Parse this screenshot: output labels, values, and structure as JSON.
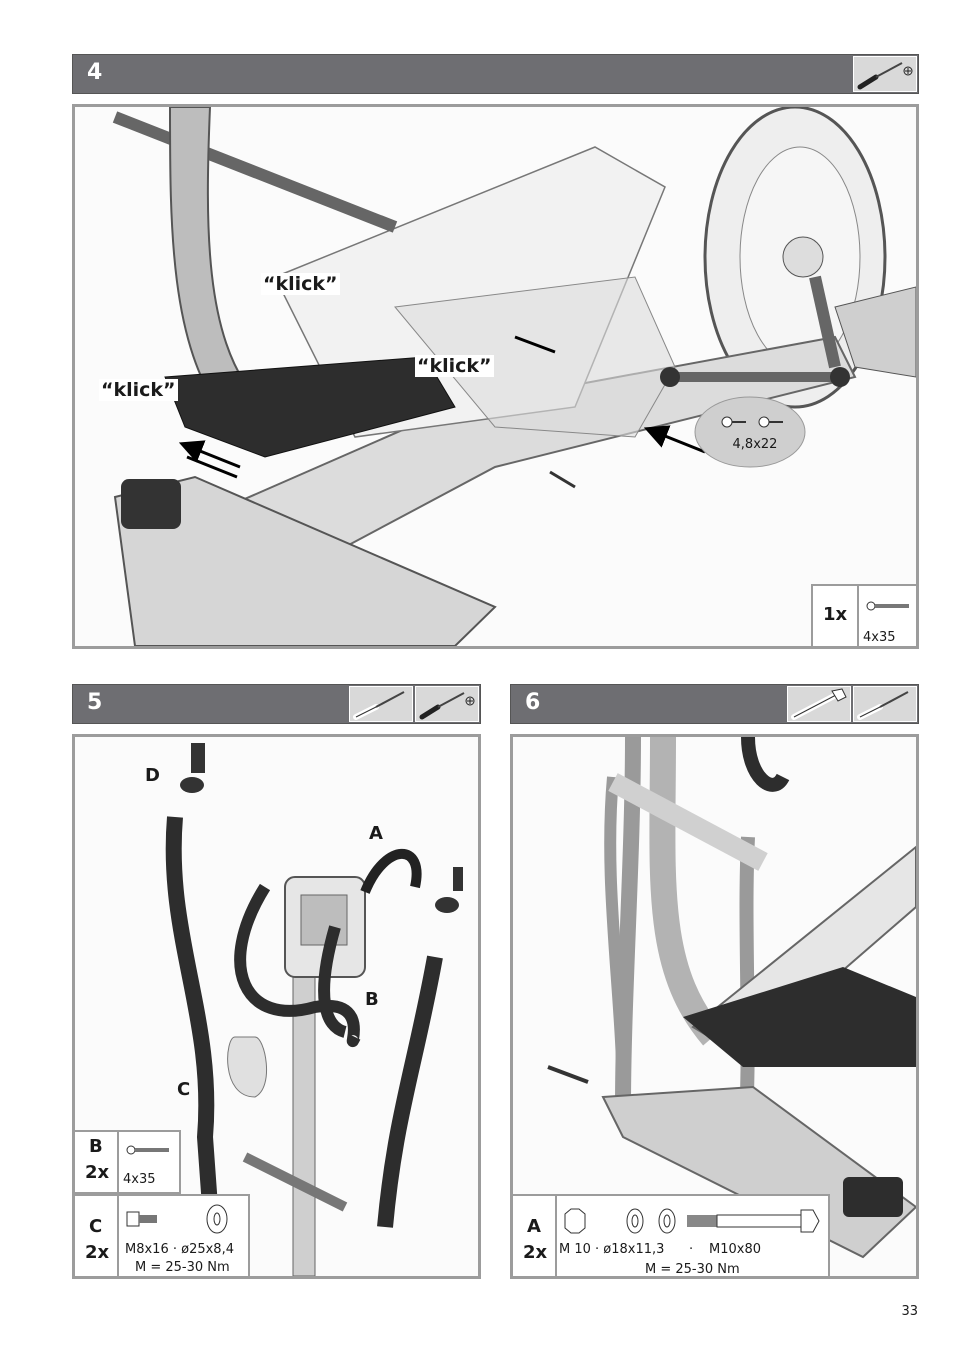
{
  "steps": [
    {
      "number": "4",
      "tools": [
        "screwdriver-phillips-icon"
      ],
      "callouts": [
        "“klick”",
        "“klick”",
        "“klick”"
      ],
      "bubble_label": "4,8x22",
      "legend": {
        "qty": "1x",
        "part_label": "4x35",
        "part_icon": "screw-icon"
      }
    },
    {
      "number": "5",
      "tools": [
        "screwdriver-hex-icon",
        "screwdriver-phillips-icon"
      ],
      "letters": [
        "D",
        "A",
        "B",
        "C"
      ],
      "legend_b": {
        "letter": "B",
        "qty": "2x",
        "part_label": "4x35"
      },
      "legend_c": {
        "letter": "C",
        "qty": "2x",
        "spec": "M8x16 · ø25x8,4",
        "torque": "M = 25-30 Nm"
      }
    },
    {
      "number": "6",
      "tools": [
        "wrench-icon",
        "screwdriver-hex-icon"
      ],
      "legend_a": {
        "letter": "A",
        "qty": "2x",
        "spec": "M 10 · ø18x11,3",
        "sep": "·",
        "bolt": "M10x80",
        "torque": "M = 25-30 Nm"
      }
    }
  ],
  "page_number": "33",
  "colors": {
    "header": "#6e6e72",
    "frame": "#9c9c9c",
    "tool_box": "#d9d9d9"
  }
}
